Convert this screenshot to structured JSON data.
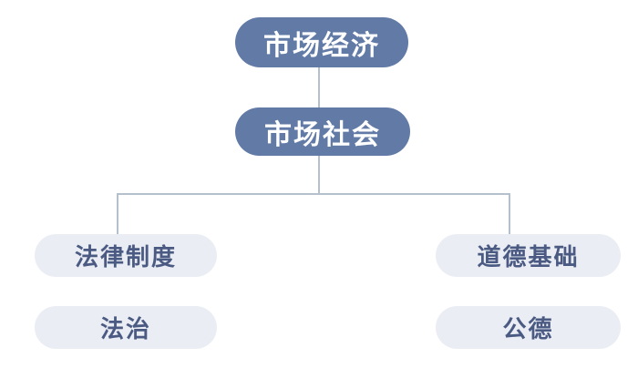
{
  "diagram": {
    "type": "hierarchy-flowchart",
    "background": "#ffffff",
    "colors": {
      "primary_fill": "#617aa6",
      "primary_text": "#ffffff",
      "secondary_fill": "#eaedf3",
      "secondary_text": "#4a5a82",
      "connector": "#b4c1cd"
    },
    "nodes": [
      {
        "id": "market-economy",
        "label": "市场经济",
        "style": "primary",
        "level": 1
      },
      {
        "id": "market-society",
        "label": "市场社会",
        "style": "primary",
        "level": 2
      },
      {
        "id": "legal-system",
        "label": "法律制度",
        "style": "secondary",
        "level": 3,
        "branch": "left"
      },
      {
        "id": "rule-of-law",
        "label": "法治",
        "style": "secondary",
        "level": 4,
        "branch": "left"
      },
      {
        "id": "moral-foundation",
        "label": "道德基础",
        "style": "secondary",
        "level": 3,
        "branch": "right"
      },
      {
        "id": "public-morality",
        "label": "公德",
        "style": "secondary",
        "level": 4,
        "branch": "right"
      }
    ],
    "edges": [
      {
        "from": "market-economy",
        "to": "market-society"
      },
      {
        "from": "market-society",
        "to": "legal-system"
      },
      {
        "from": "market-society",
        "to": "moral-foundation"
      }
    ]
  }
}
